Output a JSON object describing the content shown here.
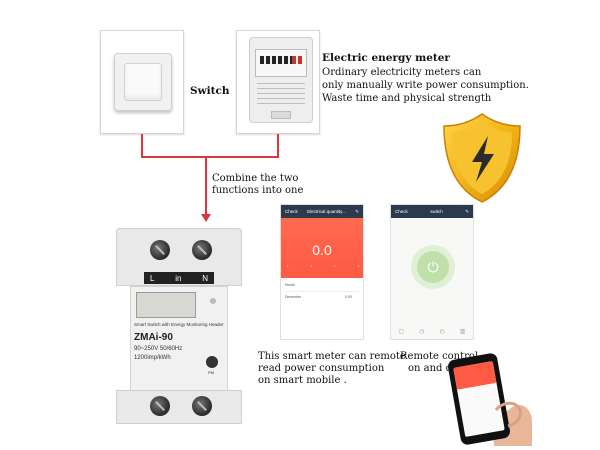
{
  "switch": {
    "label": "Switch"
  },
  "meter": {
    "title": "Electric energy meter",
    "desc": [
      "Ordinary electricity meters can",
      "only manually write power consumption.",
      "Waste time and physical strength"
    ]
  },
  "combine": {
    "lines": [
      "Combine the two",
      "functions into one"
    ]
  },
  "device": {
    "terminal_l": "L",
    "terminal_in": "in",
    "terminal_n": "N",
    "subtitle": "Smart Switch with Energy Monitoring Header",
    "model": "ZMAi-90",
    "spec1": "90~250V 50/60Hz",
    "spec2": "1200imp/kWh",
    "button_label": "PM"
  },
  "phone1": {
    "back": "Check",
    "title": "Electrical quantity...",
    "reading": "0.0",
    "row1": "Month",
    "row2_label": "December",
    "row2_value": "0.00"
  },
  "phone2": {
    "back": "Check",
    "title": "switch"
  },
  "captions": {
    "meter_caption": [
      "This smart meter can remote",
      "read power consumption",
      "on smart mobile ."
    ],
    "remote_caption": [
      "Remote control",
      "on and off"
    ]
  },
  "colors": {
    "connector": "#d9363e",
    "shield_gold": "#f4b41a",
    "app_orange": "#ff5a43",
    "app_header": "#2b3a4c"
  },
  "icons": [
    "switch",
    "energy-meter",
    "lightning-shield-icon",
    "power-icon",
    "phone-in-hand"
  ]
}
